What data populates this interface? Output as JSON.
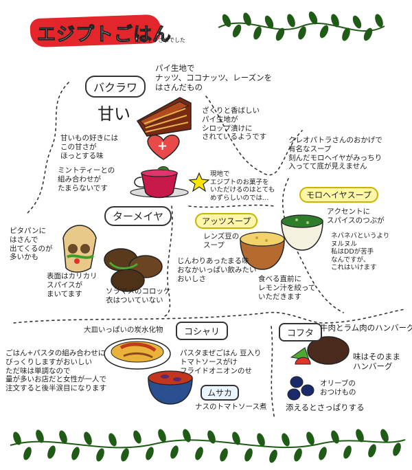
{
  "header": {
    "title": "エジプトごはん",
    "subtitle": "ごちそうさまでした"
  },
  "baklava": {
    "label": "バクラワ",
    "description": "パイ生地で\nナッツ、ココナッツ、レーズンを\nはさんだもの",
    "taste_word": "甘い",
    "crispy_note": "ざくりと香ばしい\nパイ生地が\nシロップ漬けに\nされているようです",
    "sweet_note": "甘いもの好きには\nこの甘さが\nほっとする味",
    "mint_tea_note": "ミントティーとの\n組み合わせが\nたまらないです",
    "plus_sign": "+",
    "star_note": "現地で\nエジプトのお菓子を\nいただけるのはとても\nめずらしいのでは…"
  },
  "molokhia": {
    "label": "モロヘイヤスープ",
    "intro_note": "クレオパトラさんのおかげで\n有名なスープ\n刻んだモロヘイヤがみっちり\n入ってて底が見えません",
    "accent_note": "アクセントに\nスパイスのつぶが",
    "texture_note": "ネバネバというより\nヌルヌル\n私はDDが苦手\nなんですが、\nこれはいけます"
  },
  "ads": {
    "label": "アッツスープ",
    "description": "レンズ豆の\nスープ",
    "taste_note": "じんわりあったまる味\nおなかいっぱい飲みたい\nおいしさ",
    "lemon_note": "食べる直前に\nレモン汁を絞って\nいただきます"
  },
  "taameya": {
    "label": "ターメイヤ",
    "pita_note": "ピタパンに\nはさんで\n出てくるのが\n多いかも",
    "crust_note": "表面はカリカリ\nスパイスが\nまいてます",
    "croquette_note": "ソラマメのコロッケ\n衣はついていない"
  },
  "koshari": {
    "label": "コシャリ",
    "plate_note": "大皿いっぱいの炭水化物",
    "description": "パスタまぜごはん 豆入り\nトマトソースがけ\nフライドオニオンのせ",
    "combo_note": "ごはん+パスタの組み合わせに\nびっくりしますがおいしい\nただ味は単調なので\n量が多いお店だと女性が一人で\n注文すると後半涙目になります"
  },
  "moussaka": {
    "label": "ムサカ",
    "description": "ナスのトマトソース煮"
  },
  "kofta": {
    "label": "コフタ",
    "description": "牛肉とラム肉のハンバーグ",
    "taste_note": "味はそのまま\nハンバーグ",
    "olive_note": "オリーブの\nおつけもの",
    "refresh_note": "添えるとさっぱりする"
  },
  "icons": [
    "heart-plus-icon",
    "star-icon",
    "vine-decoration-icon"
  ],
  "colors": {
    "title_red": "#e3262b",
    "vine_green": "#1f5a16",
    "leaf_green": "#3a7d22",
    "star_yellow": "#ffe600"
  }
}
